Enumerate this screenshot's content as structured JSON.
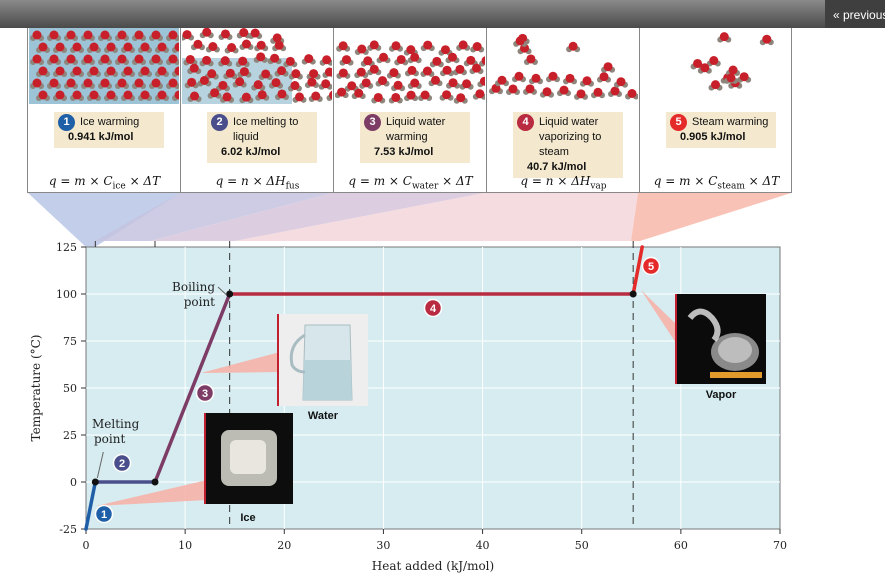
{
  "nav": {
    "previous_label": "« previous"
  },
  "colors": {
    "seg1": "#1f5fa8",
    "seg2": "#4a4f8c",
    "seg3": "#7d3c65",
    "seg4": "#b82b40",
    "seg5": "#e52a2a",
    "plot_bg": "#d6ecf1"
  },
  "panels": [
    {
      "step": "1",
      "title": "Ice warming",
      "value": "0.941 kJ/mol",
      "eq_pre": "q = m × C",
      "eq_sub": "ice",
      "eq_post": " × ΔT",
      "color": "#1f5fa8",
      "icon": "ice-lattice-icon"
    },
    {
      "step": "2",
      "title": "Ice melting to liquid",
      "value": "6.02 kJ/mol",
      "eq_pre": "q = n × ΔH",
      "eq_sub": "fus",
      "eq_post": "",
      "color": "#4a4f8c",
      "icon": "melting-molecules-icon"
    },
    {
      "step": "3",
      "title": "Liquid water warming",
      "value": "7.53 kJ/mol",
      "eq_pre": "q = m × C",
      "eq_sub": "water",
      "eq_post": " × ΔT",
      "color": "#7d3c65",
      "icon": "liquid-molecules-icon"
    },
    {
      "step": "4",
      "title": "Liquid water vaporizing to steam",
      "value": "40.7 kJ/mol",
      "eq_pre": "q = n × ΔH",
      "eq_sub": "vap",
      "eq_post": "",
      "color": "#b82b40",
      "icon": "vaporizing-molecules-icon"
    },
    {
      "step": "5",
      "title": "Steam warming",
      "value": "0.905 kJ/mol",
      "eq_pre": "q = m × C",
      "eq_sub": "steam",
      "eq_post": " × ΔT",
      "color": "#e52a2a",
      "icon": "steam-molecules-icon"
    }
  ],
  "annotations": {
    "melting_point": "Melting point",
    "boiling_point": "Boiling point",
    "ice_label": "Ice",
    "water_label": "Water",
    "vapor_label": "Vapor"
  },
  "chart_data": {
    "type": "line",
    "title": "",
    "xlabel": "Heat added (kJ/mol)",
    "ylabel": "Temperature (°C)",
    "xlim": [
      0,
      70
    ],
    "ylim": [
      -25,
      125
    ],
    "xticks": [
      0,
      10,
      20,
      30,
      40,
      50,
      60,
      70
    ],
    "yticks": [
      -25,
      0,
      25,
      50,
      75,
      100,
      125
    ],
    "grid": true,
    "series": [
      {
        "segment": "1",
        "x": [
          0,
          0.94
        ],
        "y": [
          -25,
          0
        ]
      },
      {
        "segment": "2",
        "x": [
          0.94,
          6.96
        ],
        "y": [
          0,
          0
        ]
      },
      {
        "segment": "3",
        "x": [
          6.96,
          14.49
        ],
        "y": [
          0,
          100
        ]
      },
      {
        "segment": "4",
        "x": [
          14.49,
          55.19
        ],
        "y": [
          100,
          100
        ]
      },
      {
        "segment": "5",
        "x": [
          55.19,
          56.1
        ],
        "y": [
          100,
          125
        ]
      }
    ],
    "points": [
      {
        "x": 0.94,
        "y": 0
      },
      {
        "x": 6.96,
        "y": 0
      },
      {
        "x": 14.49,
        "y": 100
      },
      {
        "x": 55.19,
        "y": 100
      }
    ]
  }
}
